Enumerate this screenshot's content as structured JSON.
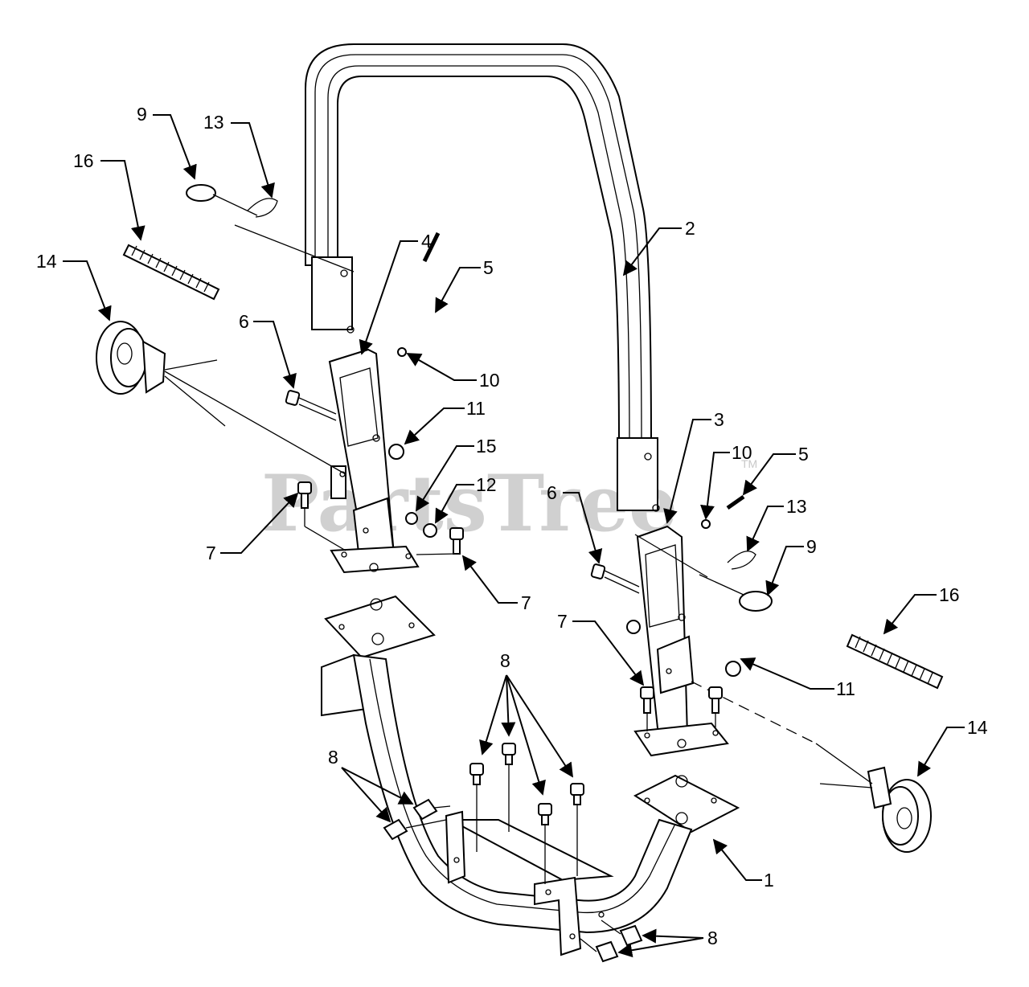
{
  "watermark": {
    "text": "PartsTree",
    "trademark": "TM"
  },
  "callouts": {
    "c1": "1",
    "c2": "2",
    "c3": "3",
    "c4": "4",
    "c5a": "5",
    "c5b": "5",
    "c6a": "6",
    "c6b": "6",
    "c7a": "7",
    "c7b": "7",
    "c7c": "7",
    "c8a": "8",
    "c8b": "8",
    "c8c": "8",
    "c9a": "9",
    "c9b": "9",
    "c10a": "10",
    "c10b": "10",
    "c11a": "11",
    "c11b": "11",
    "c12": "12",
    "c13a": "13",
    "c13b": "13",
    "c14a": "14",
    "c14b": "14",
    "c15": "15",
    "c16a": "16",
    "c16b": "16"
  }
}
